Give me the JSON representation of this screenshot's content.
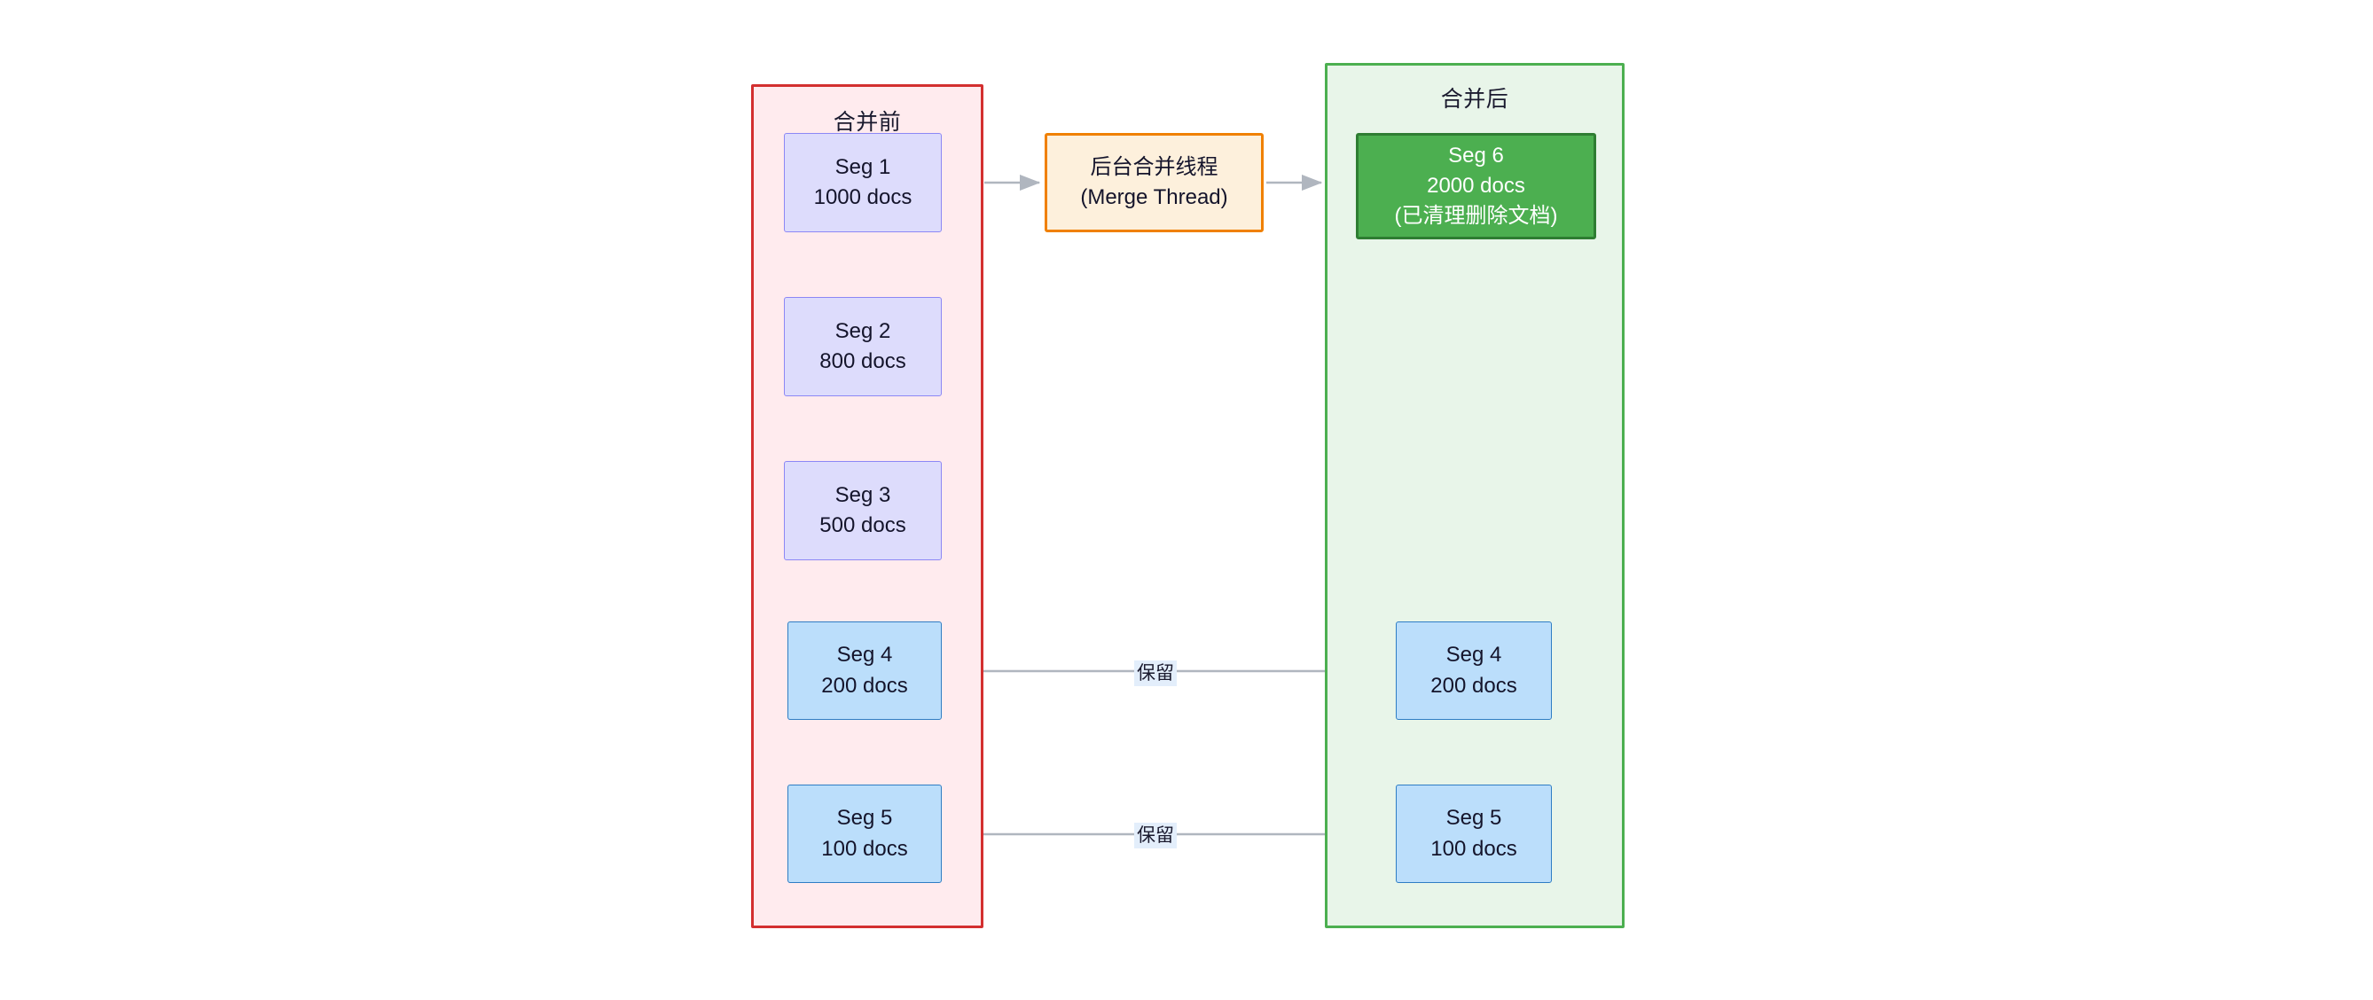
{
  "diagram": {
    "title": "Lucene segment merge before/after diagram",
    "colors": {
      "before_border": "#D32F2F",
      "before_fill": "#FFEBEE",
      "after_border": "#4CAF50",
      "after_fill": "#E8F5E9",
      "segment_purple_fill": "#DDDCFC",
      "segment_purple_border": "#8C87F5",
      "segment_blue_fill": "#BBDEFB",
      "segment_blue_border": "#2E7DC4",
      "merge_thread_fill": "#FDF0DC",
      "merge_thread_border": "#F08000",
      "merged_segment_fill": "#4CAF50",
      "merged_segment_border": "#2E7D32",
      "edge_stroke": "#B0B6BF",
      "label_background": "#E3EEFB"
    }
  },
  "before": {
    "title": "合并前",
    "segments": [
      {
        "name": "Seg 1",
        "docs": "1000 docs",
        "style": "purple"
      },
      {
        "name": "Seg 2",
        "docs": "800 docs",
        "style": "purple"
      },
      {
        "name": "Seg 3",
        "docs": "500 docs",
        "style": "purple"
      },
      {
        "name": "Seg 4",
        "docs": "200 docs",
        "style": "blue"
      },
      {
        "name": "Seg 5",
        "docs": "100 docs",
        "style": "blue"
      }
    ]
  },
  "merge": {
    "title": "后台合并线程",
    "subtitle": "(Merge Thread)"
  },
  "after": {
    "title": "合并后",
    "merged": {
      "name": "Seg 6",
      "docs": "2000 docs",
      "note": "(已清理删除文档)"
    },
    "segments": [
      {
        "name": "Seg 4",
        "docs": "200 docs",
        "style": "blue"
      },
      {
        "name": "Seg 5",
        "docs": "100 docs",
        "style": "blue"
      }
    ]
  },
  "edges": {
    "keep_label_1": "保留",
    "keep_label_2": "保留"
  }
}
